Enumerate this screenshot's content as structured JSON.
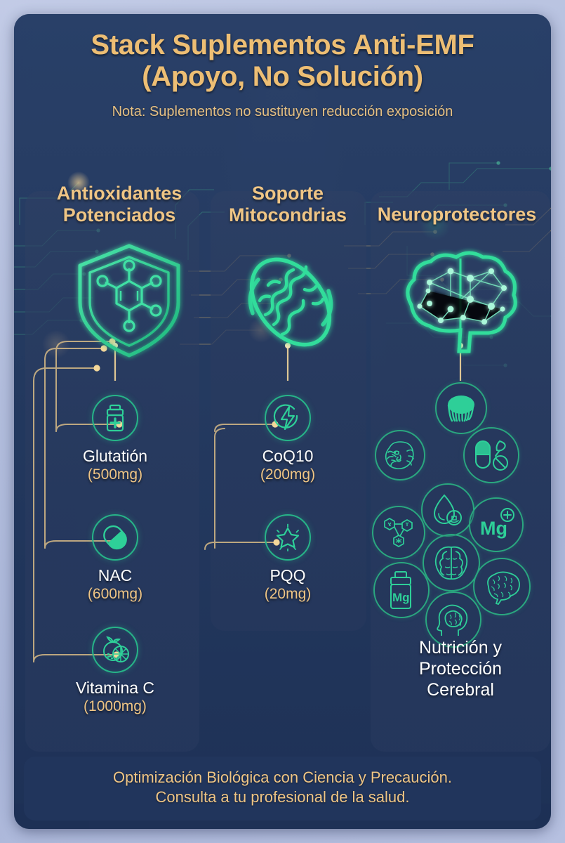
{
  "poster": {
    "title_line1": "Stack Suplementos Anti-EMF",
    "title_line2": "(Apoyo, No Solución)",
    "subtitle": "Nota: Suplementos no sustituyen reducción exposición"
  },
  "columns": [
    {
      "heading_line1": "Antioxidantes",
      "heading_line2": "Potenciados",
      "hero_icon": "shield-molecule-icon",
      "items": [
        {
          "icon": "supplement-bottle-icon",
          "name": "Glutatión",
          "dose": "(500mg)"
        },
        {
          "icon": "capsule-icon",
          "name": "NAC",
          "dose": "(600mg)"
        },
        {
          "icon": "citrus-orange-icon",
          "name": "Vitamina C",
          "dose": "(1000mg)"
        }
      ]
    },
    {
      "heading_line1": "Soporte",
      "heading_line2": "Mitocondrias",
      "hero_icon": "mitochondria-icon",
      "items": [
        {
          "icon": "energy-bolt-icon",
          "name": "CoQ10",
          "dose": "(200mg)"
        },
        {
          "icon": "star-spark-icon",
          "name": "PQQ",
          "dose": "(20mg)"
        }
      ]
    },
    {
      "heading_line1": "Neuroprotectores",
      "heading_line2": "",
      "hero_icon": "neural-brain-icon",
      "caption_line1": "Nutrición y",
      "caption_line2": "Protección",
      "caption_line3": "Cerebral",
      "cluster_icons": [
        "lions-mane-mushroom-icon",
        "lion-head-icon",
        "capsule-herb-icon",
        "water-drop-icon",
        "molecule-network-icon",
        "magnesium-ion-icon",
        "brain-top-view-icon",
        "magnesium-bottle-icon",
        "brain-side-view-icon",
        "head-brain-profile-icon"
      ],
      "cluster_labels": {
        "mg_ion": "Mg",
        "mg_bottle": "Mg"
      }
    }
  ],
  "footer": {
    "line1": "Optimización Biológica con Ciencia y Precaución.",
    "line2": "Consulta a tu profesional de la salud."
  },
  "colors": {
    "background": "#b3bedd",
    "panel_navy": "#243a60",
    "gold": "#efc585",
    "green": "#2ecf98",
    "teal_ring": "#27b488",
    "white": "#ffffff",
    "footer_navy": "#21355c"
  }
}
